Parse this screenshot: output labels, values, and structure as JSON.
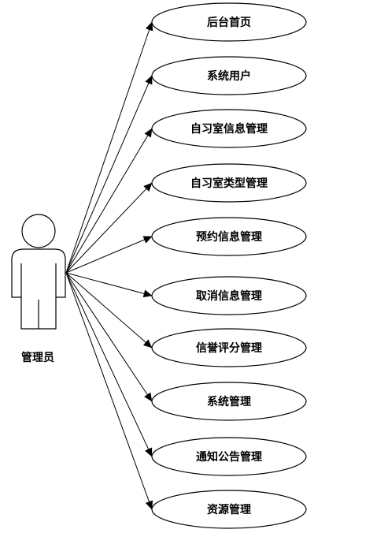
{
  "actor": {
    "label": "管理员",
    "icon": "stick-figure-actor-icon"
  },
  "use_cases": [
    {
      "label": "后台首页"
    },
    {
      "label": "系统用户"
    },
    {
      "label": "自习室信息管理"
    },
    {
      "label": "自习室类型管理"
    },
    {
      "label": "预约信息管理"
    },
    {
      "label": "取消信息管理"
    },
    {
      "label": "信誉评分管理"
    },
    {
      "label": "系统管理"
    },
    {
      "label": "通知公告管理"
    },
    {
      "label": "资源管理"
    }
  ]
}
